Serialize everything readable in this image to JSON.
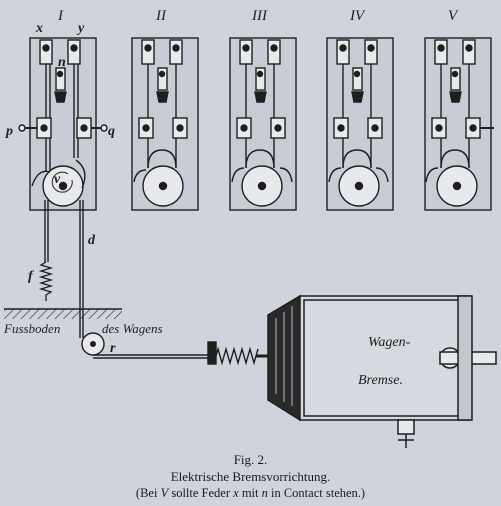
{
  "figure": {
    "label": "Fig. 2.",
    "title": "Elektrische Bremsvorrichtung.",
    "note_prefix": "(Bei",
    "note_v": "V",
    "note_mid1": "sollte Feder",
    "note_x": "x",
    "note_mid2": "mit",
    "note_n": "n",
    "note_suffix": "in Contact stehen.)"
  },
  "panels": [
    "I",
    "II",
    "III",
    "IV",
    "V"
  ],
  "letters": {
    "x": "x",
    "y": "y",
    "n": "n",
    "p": "p",
    "q": "q",
    "v": "v",
    "d": "d",
    "f": "f",
    "r": "r"
  },
  "labels": {
    "floor_left": "Fussboden",
    "floor_right": "des Wagens",
    "brake_1": "Wagen-",
    "brake_2": "Bremse."
  }
}
